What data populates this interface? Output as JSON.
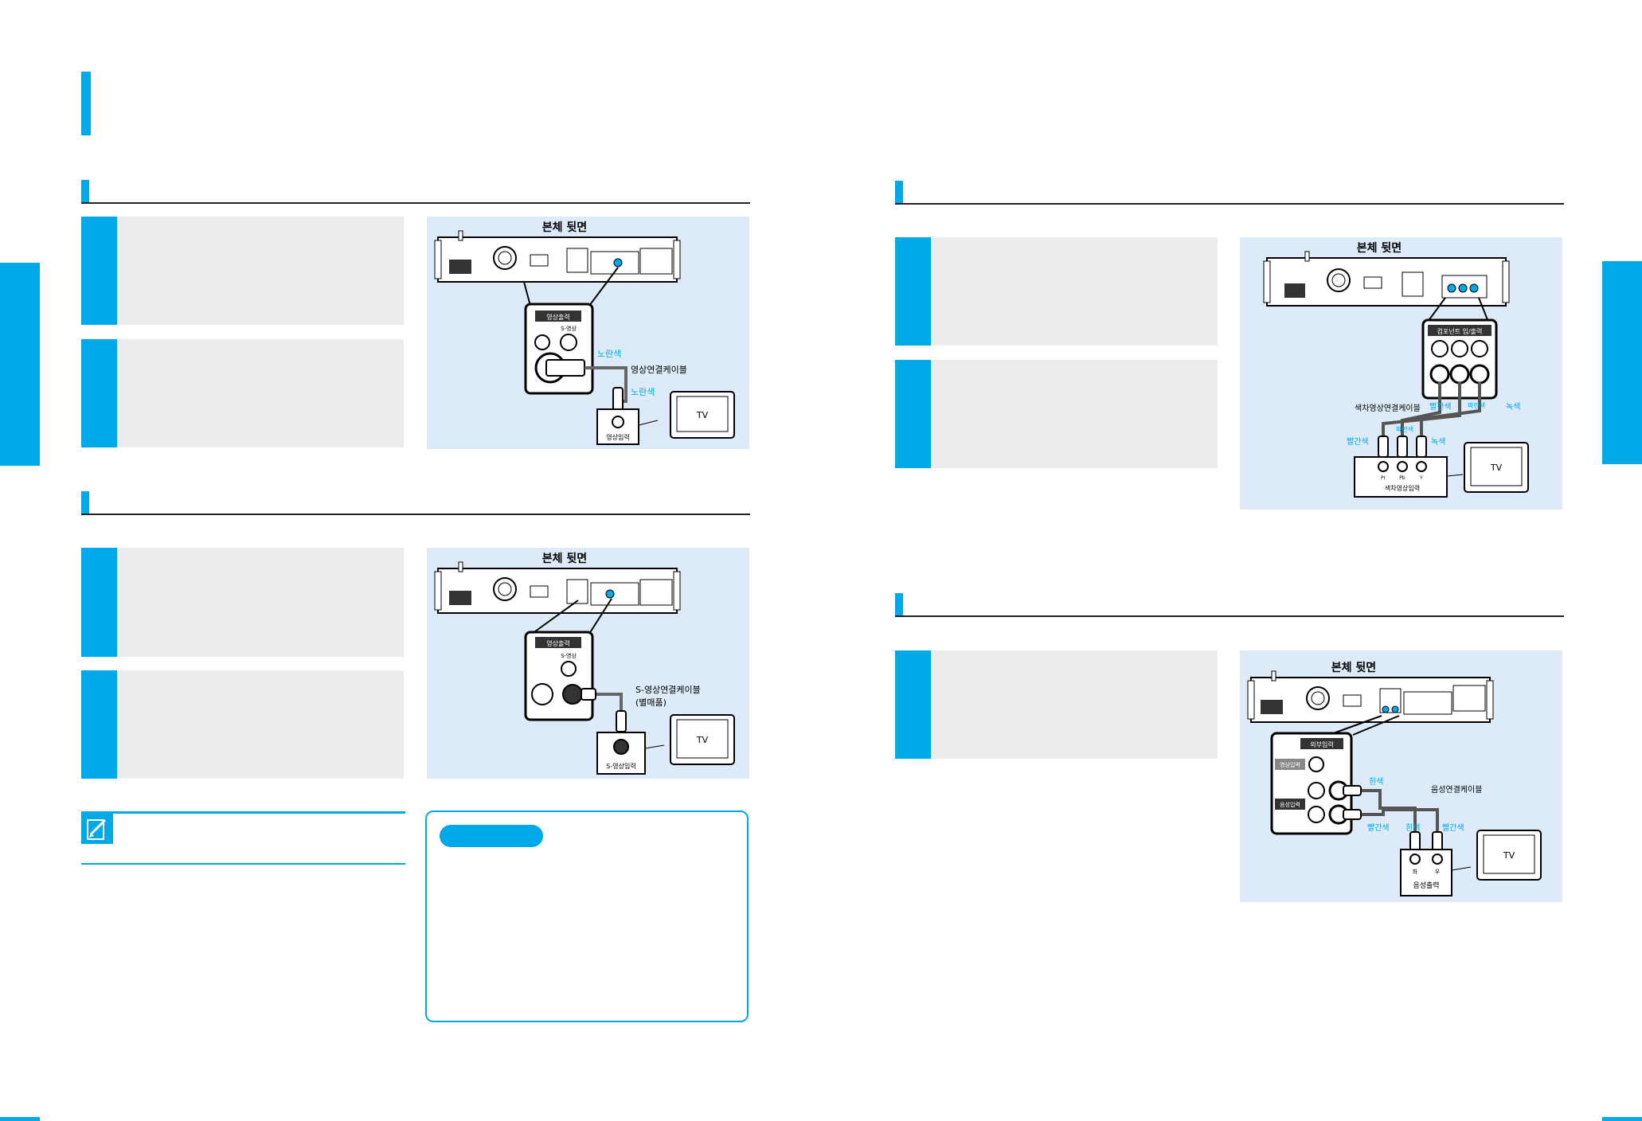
{
  "diagrams": {
    "composite": {
      "title": "본체 뒷면",
      "panel_label": "영상출력",
      "svideo_label": "S-영상",
      "yellow1": "노란색",
      "cable": "영상연결케이블",
      "yellow2": "노란색",
      "tv": "TV",
      "tv_input": "영상입력"
    },
    "svideo": {
      "title": "본체 뒷면",
      "panel_label": "영상출력",
      "svideo_label": "S-영상",
      "cable_line1": "S-영상연결케이블",
      "cable_line2": "(별매품)",
      "tv": "TV",
      "tv_input": "S-영상입력"
    },
    "component": {
      "title": "본체 뒷면",
      "panel_label": "컴포넌트 입/출력",
      "cable": "색차영상연결케이블",
      "red1": "빨간색",
      "blue1": "파란색",
      "green1": "녹색",
      "red2": "빨간색",
      "blue2": "파란색",
      "green2": "녹색",
      "pr": "Pr",
      "pb": "Pb",
      "y": "Y",
      "tv": "TV",
      "tv_input": "색차영상입력"
    },
    "audio": {
      "title": "본체 뒷면",
      "panel_label": "외부입력",
      "label_video": "영상입력",
      "label_audio": "음성입력",
      "white1": "흰색",
      "cable": "음성연결케이블",
      "red1": "빨간색",
      "white2": "흰색",
      "red2": "빨간색",
      "left": "좌",
      "right": "우",
      "tv": "TV",
      "tv_output": "음성출력"
    }
  },
  "colors": {
    "accent": "#00a8e8",
    "step_bg": "#ececec",
    "diagram_bg": "#dcebf7"
  },
  "icons": {
    "note": "pencil-note-icon"
  }
}
